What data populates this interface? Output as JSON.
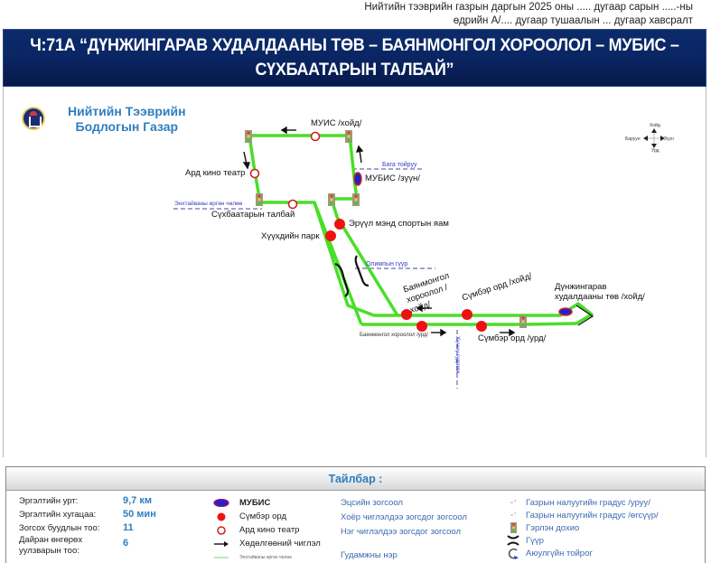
{
  "annex": {
    "line1": "Нийтийн тээврийн газрын даргын 2025 оны ..... дугаар  сарын .....-ны",
    "line2": "өдрийн А/.... дугаар тушаалын ... дугаар хавсралт"
  },
  "title": {
    "line1": "Ч:71А “ДҮНЖИНГАРАВ ХУДАЛДААНЫ ТӨВ – БАЯНМОНГОЛ ХОРООЛОЛ – МУБИС –",
    "line2": "СҮХБААТАРЫН ТАЛБАЙ”"
  },
  "org": {
    "line1": "Нийтийн Тээврийн",
    "line2": "Бодлогын Газар"
  },
  "compass": {
    "north": "Хойд",
    "south": "Урд",
    "west": "Баруун",
    "east": "Зүүн"
  },
  "map": {
    "route_color": "#44dd33",
    "stop_color": "#ee1111",
    "stops": {
      "muis_north": "МУИС /хойд/",
      "ard_kino": "Ард кино театр",
      "sukhbaatar": "Сүхбаатарын талбай",
      "mubis_east": "МУБИС /зүүн/",
      "eruul_mend": "Эрүүл мэнд спортын яам",
      "khuukhdiin_park": "Хүүхдийн парк",
      "bayanmongol_north": "Баянмонгол хороолол /хойд/",
      "sumber_north": "Сүмбэр орд /хойд/",
      "dunjingarav": "Дүнжингарав худалдааны төв /хойд/",
      "sumber_south": "Сүмбэр орд /урд/",
      "bayanmongol_south": "Баянмонгол хороолол /урд/"
    },
    "streets": {
      "baga_toiruu": "Бага тойруу",
      "enkhtaivan": "Энхтайваны өргөн чөлөө",
      "olimp": "Олимпын гүүр",
      "khuvsgul": "Хүннү гудамж"
    }
  },
  "legend": {
    "header": "Тайлбар :",
    "stats": [
      {
        "label": "Эргэлтийн урт:",
        "value": "9,7 км"
      },
      {
        "label": "Эргэлтийн хугацаа:",
        "value": "50 мин"
      },
      {
        "label": "Зогсох буудлын тоо:",
        "value": "11"
      },
      {
        "label": "Дайран өнгөрөх уулзварын тоо:",
        "value": "6"
      }
    ],
    "symbols": [
      {
        "icon": "terminal-stop-icon",
        "label": "МУБИС"
      },
      {
        "icon": "stop-filled-icon",
        "label": "Сүмбэр орд"
      },
      {
        "icon": "stop-hollow-icon",
        "label": "Ард кино театр"
      },
      {
        "icon": "direction-arrow-icon",
        "label": "Хөдөлгөөний чиглэл"
      },
      {
        "icon": "street-line-icon",
        "label": "Энхтайваны өргөн чөлөө"
      }
    ],
    "stop_types": [
      "Эцсийн зогсоол",
      "Хоёр чиглэлдээ зогсдог зогсоол",
      "Нэг чиглэлдээ зогсдог зогсоол",
      "",
      "Гудамжны нэр"
    ],
    "features": [
      {
        "icon": "slope-down-icon",
        "label": "Газрын налуугийн градус /уруу/"
      },
      {
        "icon": "slope-up-icon",
        "label": "Газрын налуугийн градус /өгсүүр/"
      },
      {
        "icon": "traffic-light-icon",
        "label": "Гэрлэн дохио"
      },
      {
        "icon": "bridge-icon",
        "label": "Гүүр"
      },
      {
        "icon": "roundabout-icon",
        "label": "Аюулгүйн тойрог"
      }
    ]
  }
}
